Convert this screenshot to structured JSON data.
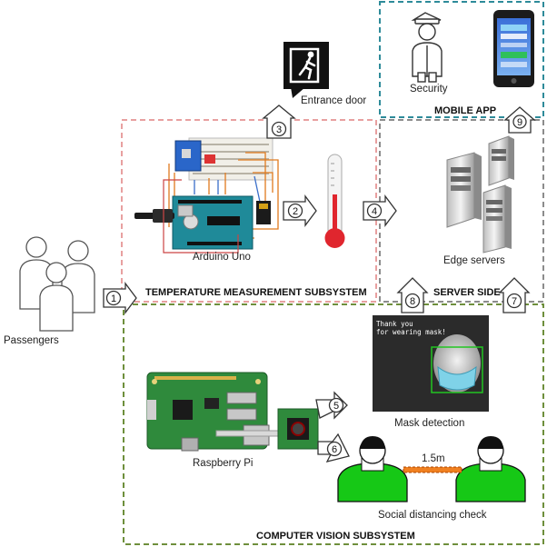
{
  "labels": {
    "entrance_door": "Entrance door",
    "security": "Security",
    "mobile_app": "MOBILE APP",
    "arduino_uno": "Arduino Uno",
    "temp_subsystem": "TEMPERATURE MEASUREMENT SUBSYSTEM",
    "edge_servers": "Edge servers",
    "server_side": "SERVER SIDE",
    "passengers": "Passengers",
    "raspberry_pi": "Raspberry Pi",
    "mask_detection": "Mask detection",
    "social_distancing": "Social distancing check",
    "distance": "1.5m",
    "cv_subsystem": "COMPUTER VISION SUBSYSTEM",
    "mask_screen_line1": "Thank you",
    "mask_screen_line2": "for wearing mask!"
  },
  "steps": [
    "1",
    "2",
    "3",
    "4",
    "5",
    "6",
    "7",
    "8",
    "9"
  ],
  "colors": {
    "temp_border": "#e8a0a0",
    "server_border": "#8c8c8c",
    "mobile_border": "#2e8b9a",
    "cv_border": "#6e8f3c",
    "person_green": "#16c816",
    "thermo_red": "#e0262e",
    "pi_green": "#2f8a3c",
    "arduino_teal": "#1f8a99",
    "distance_bar": "#f08020"
  }
}
